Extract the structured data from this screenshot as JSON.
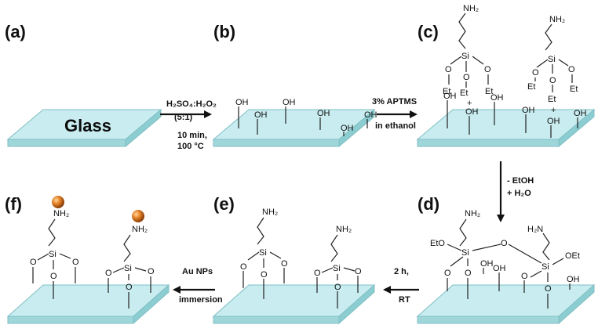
{
  "panels": {
    "a": "(a)",
    "b": "(b)",
    "c": "(c)",
    "d": "(d)",
    "e": "(e)",
    "f": "(f)"
  },
  "glass_label": "Glass",
  "steps": {
    "ab": {
      "line1": "H₂SO₄:H₂O₂",
      "line2": "(5:1)",
      "line3": "10 min,",
      "line4": "100 °C"
    },
    "bc": {
      "line1": "3% APTMS",
      "line2": "in ethanol"
    },
    "cd": {
      "line1": "- EtOH",
      "line2": "+ H₂O"
    },
    "de": {
      "line1": "2 h,",
      "line2": "RT"
    },
    "ef": {
      "line1": "Au NPs",
      "line2": "immersion"
    }
  },
  "chem": {
    "oh": "OH",
    "o": "O",
    "si": "Si",
    "et": "Et",
    "nh2": "NH₂",
    "h2n": "H₂N",
    "eto": "EtO",
    "oet": "OEt",
    "plus": "+"
  },
  "colors": {
    "glass_top": "#c8ecef",
    "glass_side": "#9fd6da",
    "gold_np": "#e8862a"
  }
}
